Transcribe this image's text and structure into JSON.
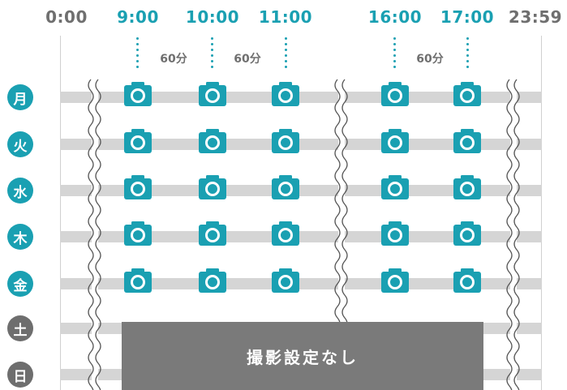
{
  "colors": {
    "accent": "#1aa0b2",
    "gray_text": "#6f6f6f",
    "band": "#d5d5d5",
    "weekend": "#6e6e6e",
    "panel": "#7a7a7a"
  },
  "times": [
    {
      "label": "0:00",
      "accent": false
    },
    {
      "label": "9:00",
      "accent": true
    },
    {
      "label": "10:00",
      "accent": true
    },
    {
      "label": "11:00",
      "accent": true
    },
    {
      "label": "16:00",
      "accent": true
    },
    {
      "label": "17:00",
      "accent": true
    },
    {
      "label": "23:59",
      "accent": false
    }
  ],
  "intervals": [
    "60分",
    "60分",
    "60分"
  ],
  "days": [
    {
      "label": "月",
      "weekday": true
    },
    {
      "label": "火",
      "weekday": true
    },
    {
      "label": "水",
      "weekday": true
    },
    {
      "label": "木",
      "weekday": true
    },
    {
      "label": "金",
      "weekday": true
    },
    {
      "label": "土",
      "weekday": false
    },
    {
      "label": "日",
      "weekday": false
    }
  ],
  "weekend_panel_text": "撮影設定なし",
  "capture_icon": "camera-icon"
}
